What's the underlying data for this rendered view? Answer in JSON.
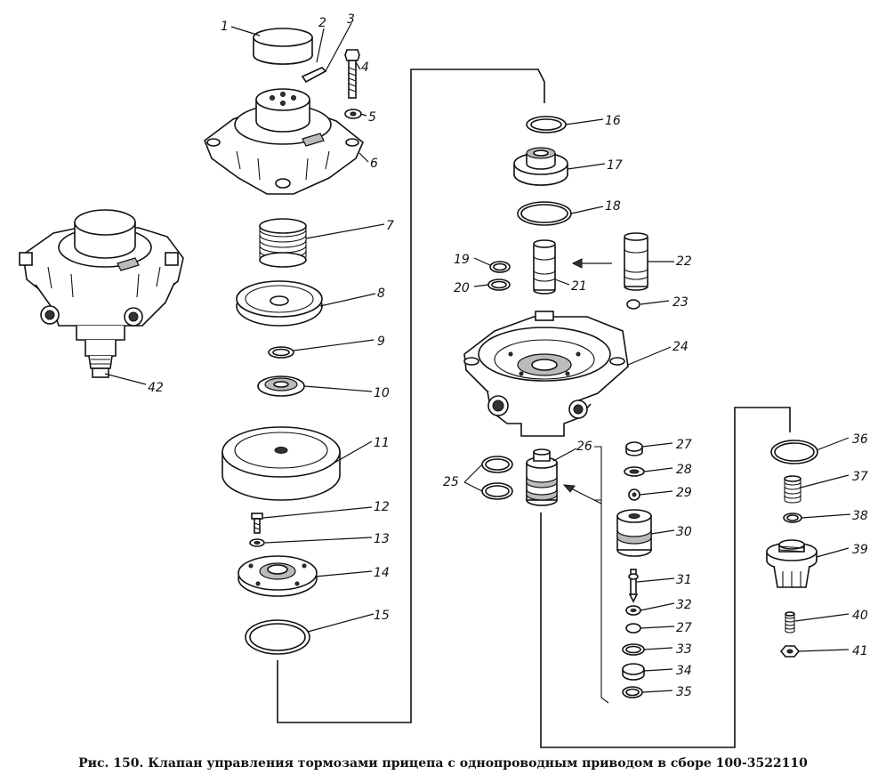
{
  "caption": "Рис. 150. Клапан управления тормозами прицепа с однопроводным приводом в сборе 100-3522110",
  "labels": {
    "l1": "1",
    "l2": "2",
    "l3": "3",
    "l4": "4",
    "l5": "5",
    "l6": "6",
    "l7": "7",
    "l8": "8",
    "l9": "9",
    "l10": "10",
    "l11": "11",
    "l12": "12",
    "l13": "13",
    "l14": "14",
    "l15": "15",
    "l16": "16",
    "l17": "17",
    "l18": "18",
    "l19": "19",
    "l20": "20",
    "l21": "21",
    "l22": "22",
    "l23": "23",
    "l24": "24",
    "l25": "25",
    "l26": "26",
    "l27a": "27",
    "l28": "28",
    "l29": "29",
    "l30": "30",
    "l31": "31",
    "l32": "32",
    "l27b": "27",
    "l33": "33",
    "l34": "34",
    "l35": "35",
    "l36": "36",
    "l37": "37",
    "l38": "38",
    "l39": "39",
    "l40": "40",
    "l41": "41",
    "l42": "42"
  }
}
